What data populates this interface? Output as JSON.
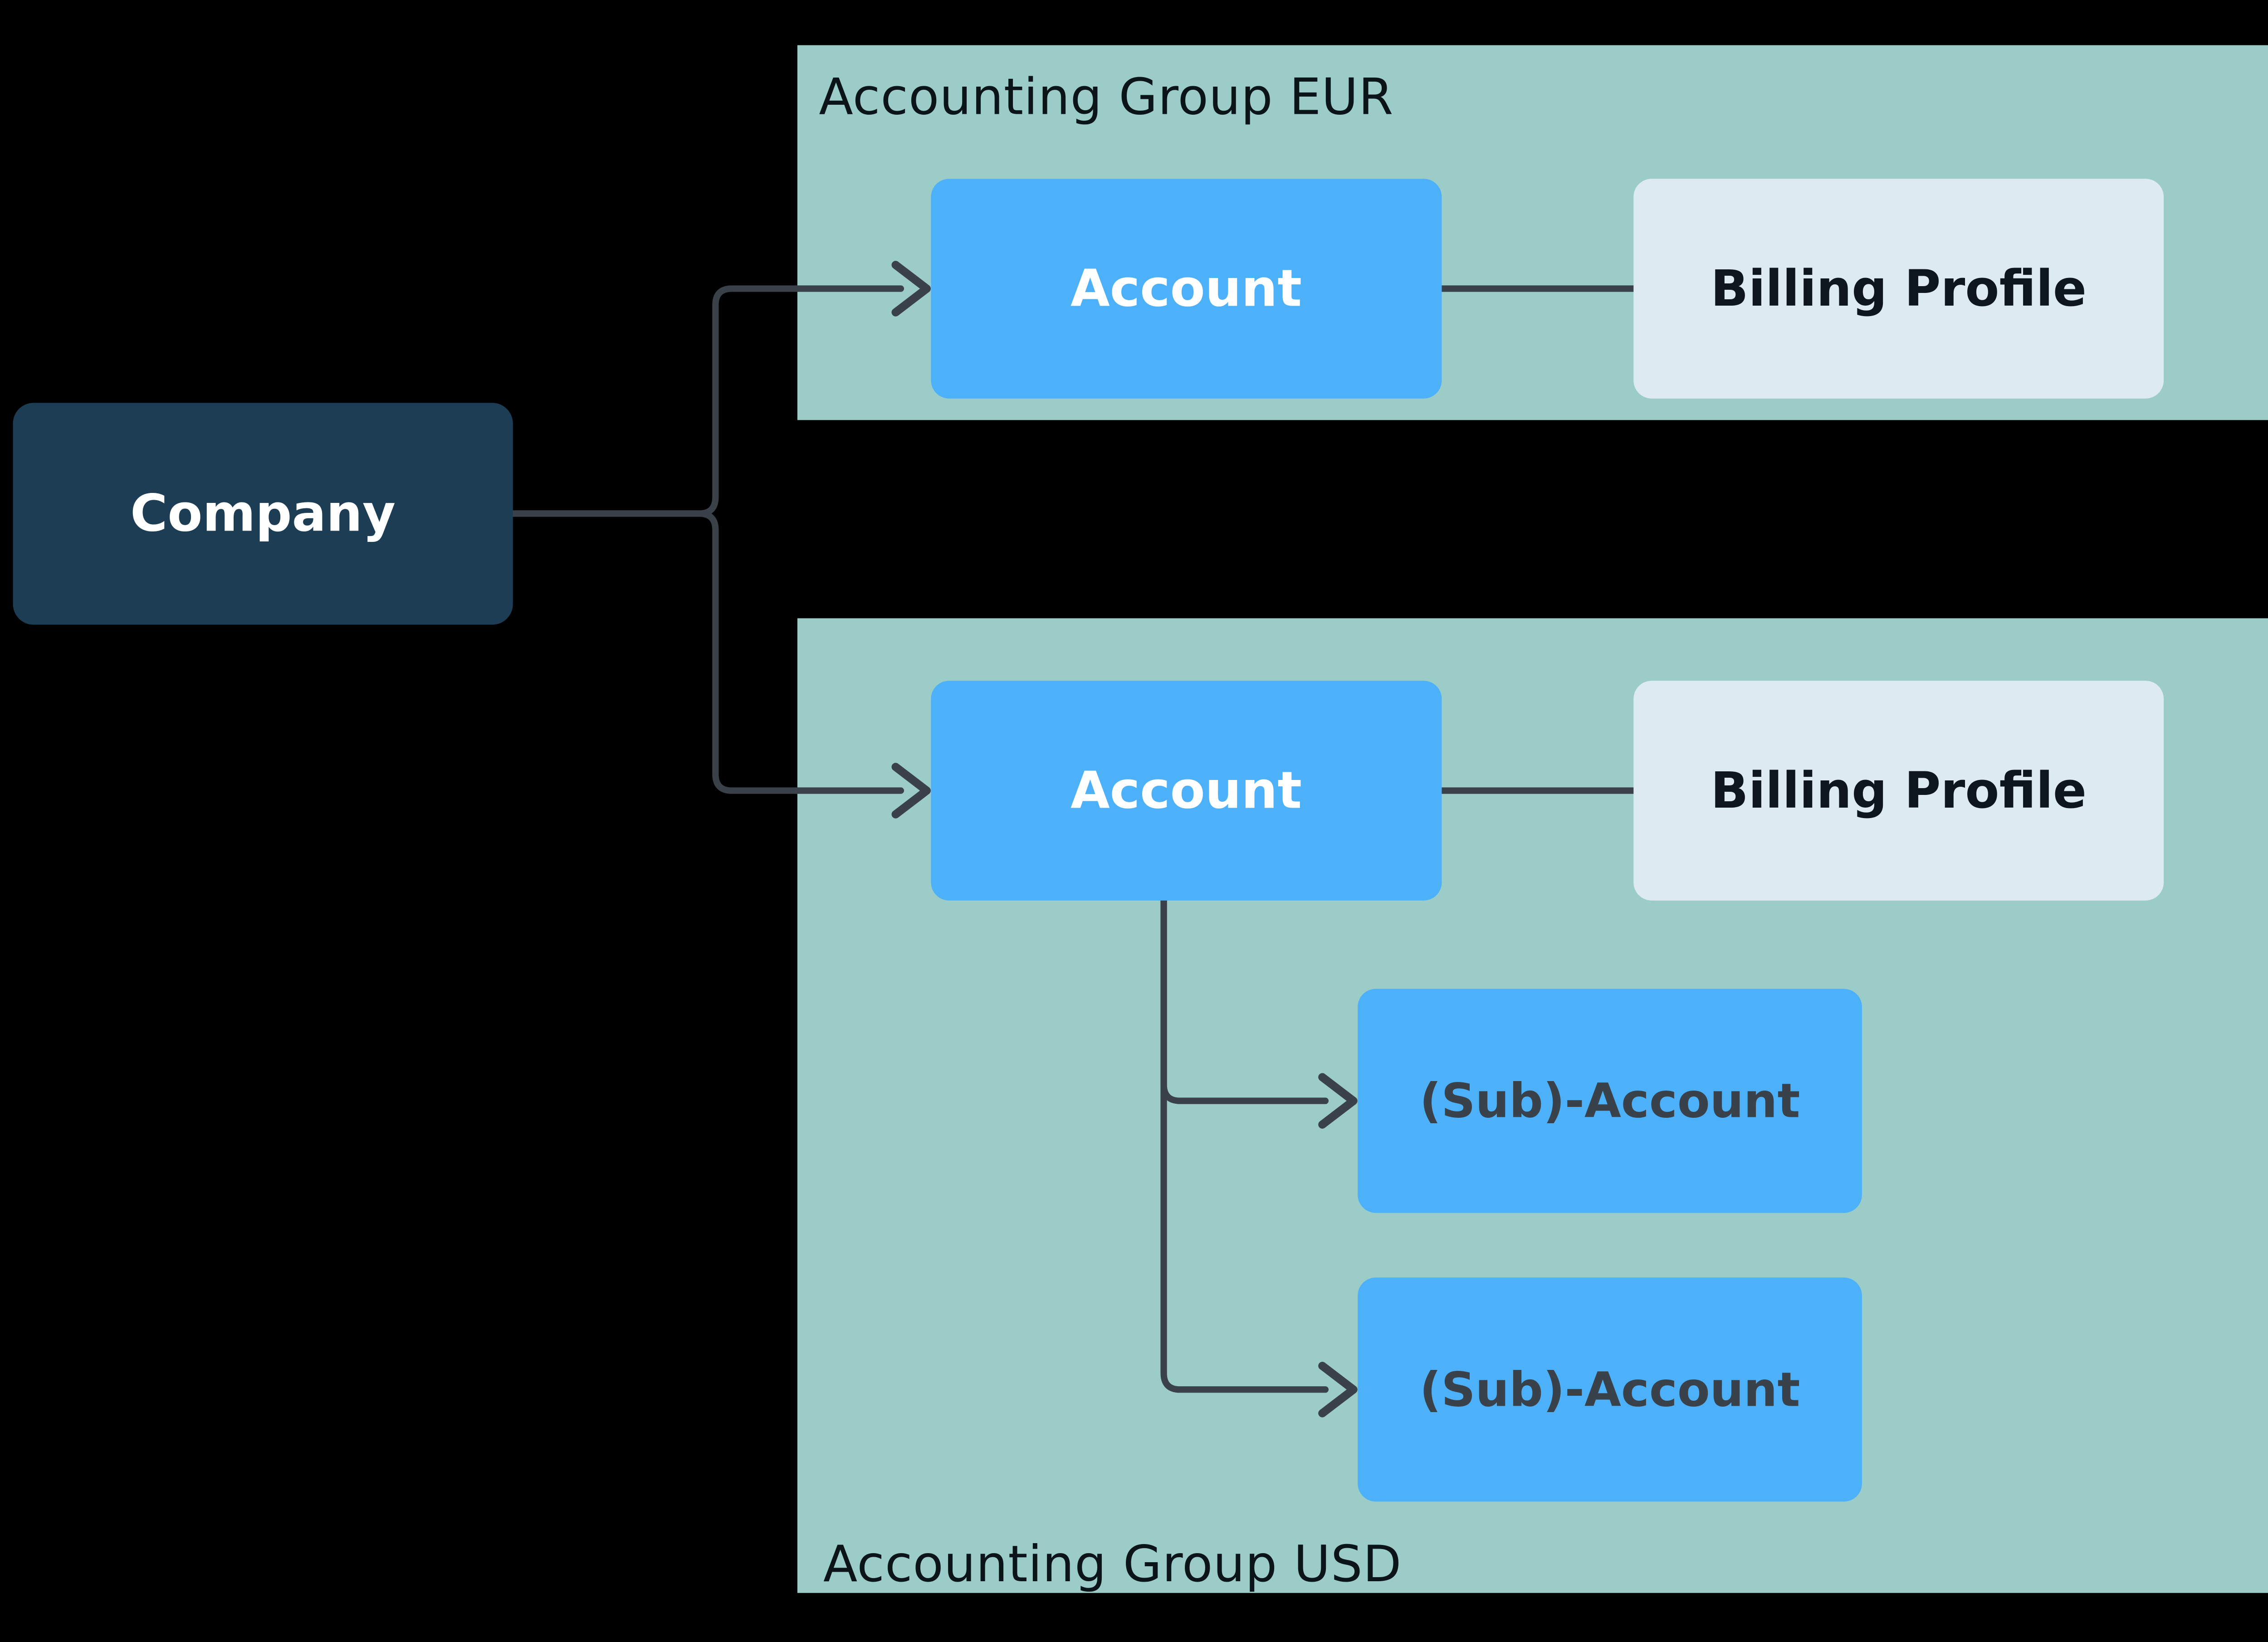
{
  "colors": {
    "background": "#000000",
    "group_bg": "#9CCCC7",
    "account_fill": "#4DB1FA",
    "billing_fill": "#DEEAF2",
    "company_fill": "#1C3D53",
    "connector": "#3A4149",
    "group_label_text": "#0B1418",
    "node_label_light": "#FFFFFF",
    "node_label_dark": "#39424B",
    "billing_label_text": "#0D161C"
  },
  "company": {
    "label": "Company"
  },
  "groups": [
    {
      "name": "eur",
      "label": "Accounting Group EUR",
      "label_position": "top-left",
      "account_label": "Account",
      "billing_profile_label": "Billing Profile",
      "sub_accounts": []
    },
    {
      "name": "usd",
      "label": "Accounting Group USD",
      "label_position": "bottom-left",
      "account_label": "Account",
      "billing_profile_label": "Billing Profile",
      "sub_accounts": [
        {
          "label": "(Sub)-Account"
        },
        {
          "label": "(Sub)-Account"
        }
      ]
    }
  ]
}
